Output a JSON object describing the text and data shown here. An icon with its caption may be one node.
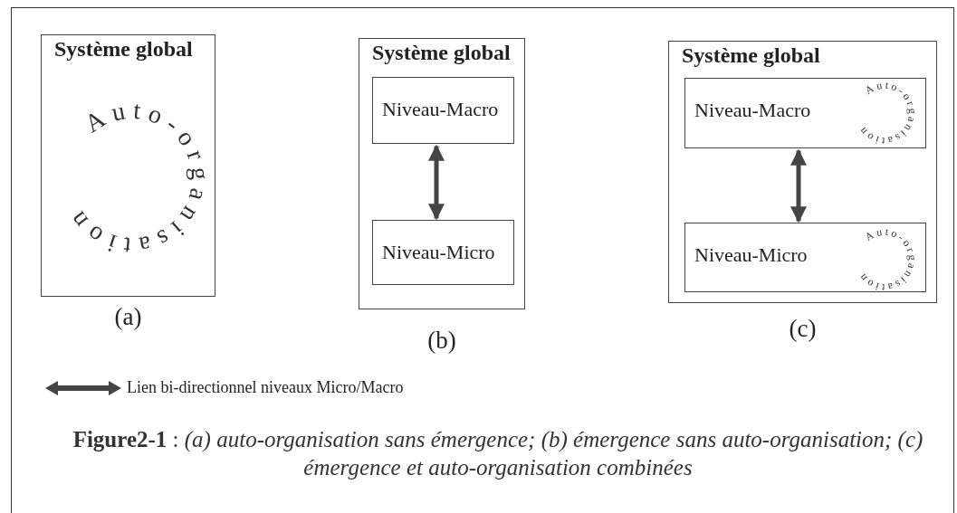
{
  "diagram": {
    "caption": "**Figure2-1** : *(a) auto-organisation sans émergence; (b) émergence sans auto-organisation; (c) émergence et auto-organisation combinées*",
    "nodes": [
      {
        "text": [
          "Système global",
          "Auto-organisation"
        ],
        "beside": [
          "(a)"
        ]
      },
      {
        "text": [
          "Système global"
        ],
        "beside": [
          "(b)"
        ]
      },
      {
        "text": [
          "Niveau-Macro"
        ],
        "in": 1
      },
      {
        "text": [
          "Niveau-Micro"
        ],
        "in": 1
      },
      {
        "text": [
          "Système global"
        ],
        "beside": [
          "(c)"
        ]
      },
      {
        "text": [
          "Niveau-Macro",
          "Auto-organisation"
        ],
        "in": 4
      },
      {
        "text": [
          "Niveau-Micro",
          "Auto-organisation"
        ],
        "in": 4
      }
    ],
    "edges": [
      {
        "from": 2,
        "to": 3,
        "arrow": "both"
      },
      {
        "from": 5,
        "to": 6,
        "arrow": "both"
      }
    ],
    "legend": [
      {
        "text": "Lien bi-directionnel niveaux Micro/Macro"
      }
    ]
  }
}
